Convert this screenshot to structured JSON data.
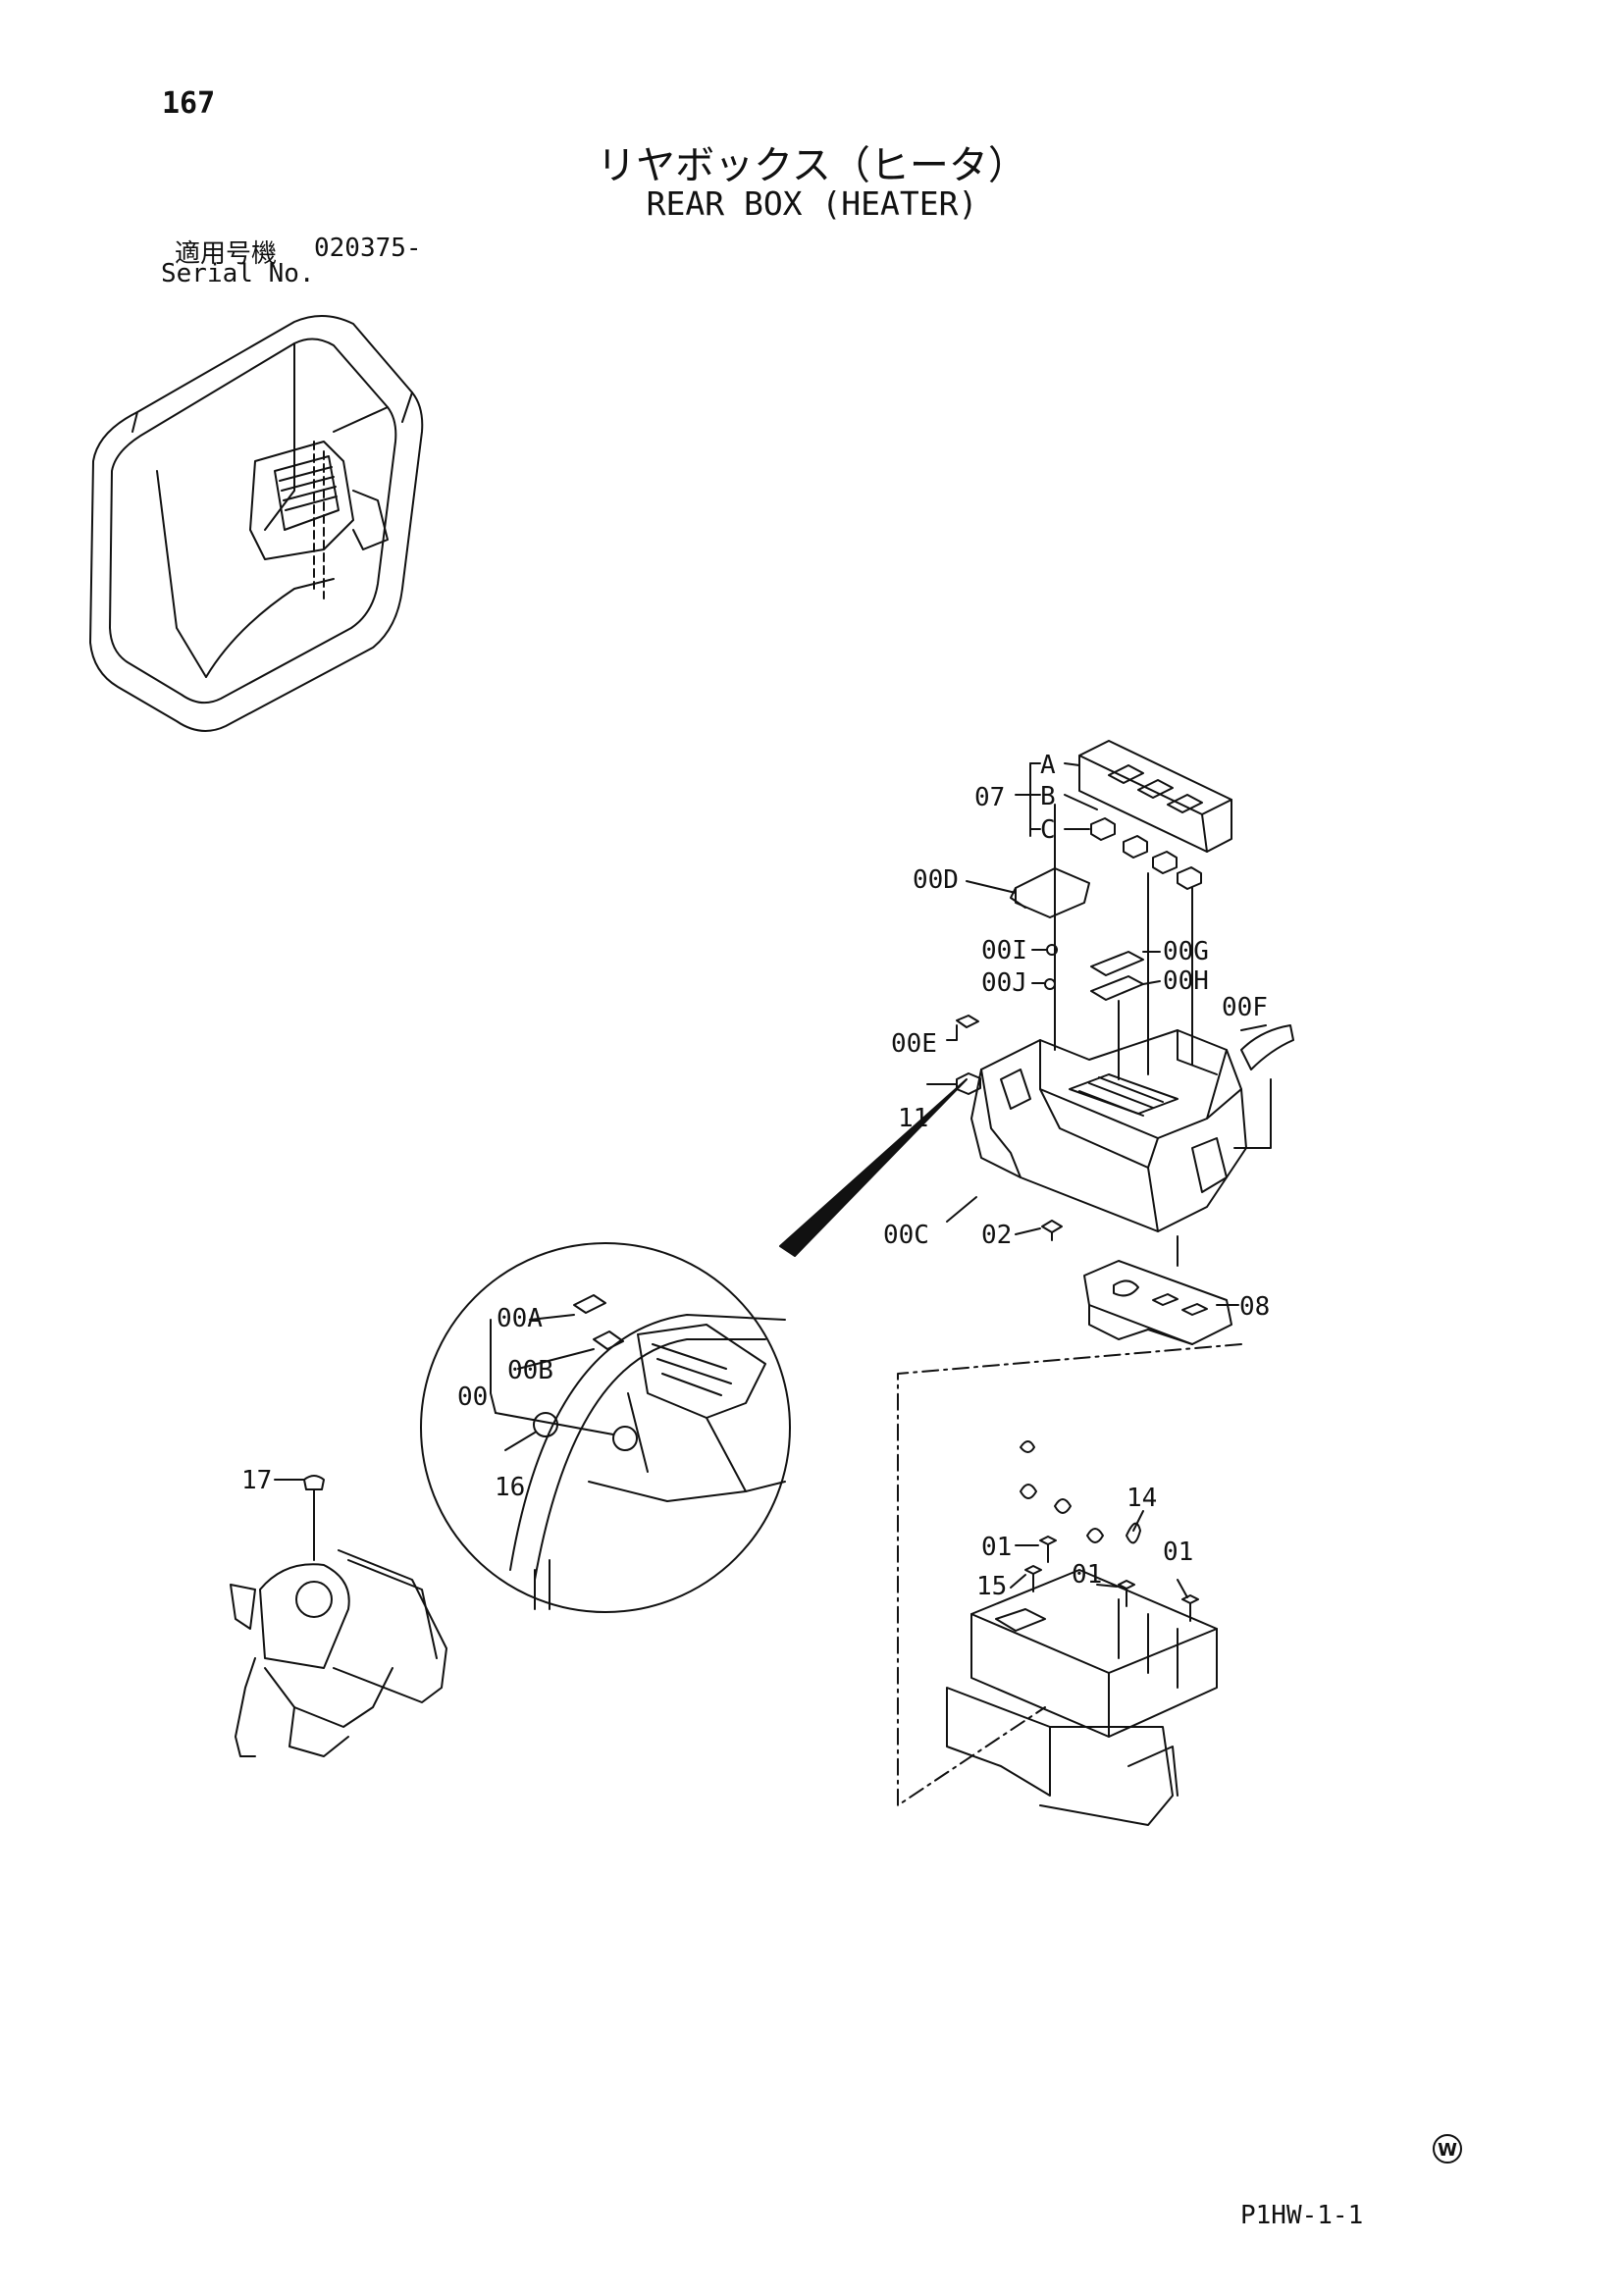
{
  "header": {
    "page_number": "167",
    "title_jp": "リヤボックス（ヒータ）",
    "title_en": "REAR BOX (HEATER)",
    "serial_label_jp": "適用号機",
    "serial_value": "020375-",
    "serial_label_en": "Serial No."
  },
  "footer": {
    "code": "P1HW-1-1",
    "mark": "W"
  },
  "callouts": {
    "c07": "07",
    "cA": "A",
    "cB": "B",
    "cC": "C",
    "c00D": "00D",
    "c00I": "00I",
    "c00G": "00G",
    "c00J": "00J",
    "c00H": "00H",
    "c00F": "00F",
    "c00E": "00E",
    "c11": "11",
    "c00C": "00C",
    "c02": "02",
    "c08": "08",
    "c00A": "00A",
    "c00B": "00B",
    "c00": "00",
    "c16": "16",
    "c17": "17",
    "c14": "14",
    "c01a": "01",
    "c01b": "01",
    "c01c": "01",
    "c15": "15"
  }
}
